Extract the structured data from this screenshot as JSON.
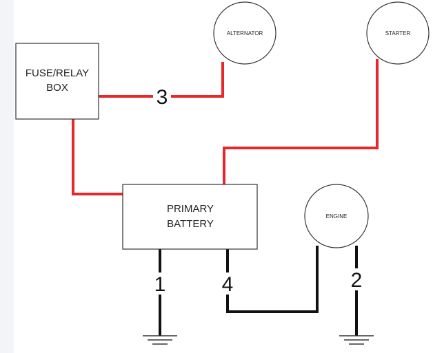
{
  "components": {
    "fuse_box": {
      "line1": "FUSE/RELAY",
      "line2": "BOX"
    },
    "battery": {
      "line1": "PRIMARY",
      "line2": "BATTERY"
    },
    "alternator": {
      "label": "ALTERNATOR"
    },
    "starter": {
      "label": "STARTER"
    },
    "engine": {
      "label": "ENGINE"
    }
  },
  "wires": {
    "w3": "3",
    "w1": "1",
    "w4": "4",
    "w2": "2"
  },
  "colors": {
    "positive": "#e8262b",
    "ground": "#111111",
    "outline": "#333333"
  }
}
